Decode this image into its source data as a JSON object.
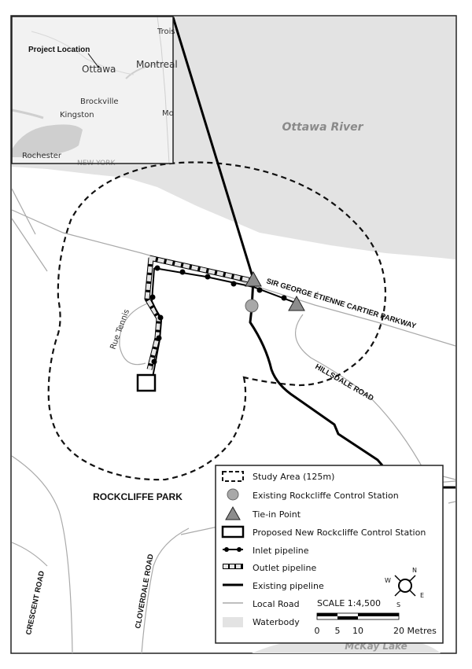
{
  "inset": {
    "project_location": "Project Location",
    "cities": [
      "Ottawa",
      "Montreal",
      "Brockville",
      "Kingston",
      "Rochester",
      "Trois",
      "Mo"
    ],
    "state_label": "NEW YORK"
  },
  "labels": {
    "river": "Ottawa River",
    "parkway": "SIR GEORGE ÉTIENNE CARTIER PARKWAY",
    "hillsdale": "HILLSDALE ROAD",
    "rue_tennis": "Rue Tennis",
    "rockcliffe_park": "ROCKCLIFFE PARK",
    "crescent": "CRESCENT ROAD",
    "cloverdale": "CLOVERDALE ROAD",
    "mckay": "McKay Lake"
  },
  "legend": {
    "items": [
      {
        "key": "study-area",
        "label": "Study Area (125m)"
      },
      {
        "key": "control-station",
        "label": "Existing Rockcliffe Control Station"
      },
      {
        "key": "tie-in",
        "label": "Tie-in Point"
      },
      {
        "key": "proposed-station",
        "label": "Proposed New Rockcliffe Control Station"
      },
      {
        "key": "inlet",
        "label": "Inlet pipeline"
      },
      {
        "key": "outlet",
        "label": "Outlet pipeline"
      },
      {
        "key": "existing",
        "label": "Existing pipeline"
      },
      {
        "key": "local-road",
        "label": "Local Road"
      },
      {
        "key": "waterbody",
        "label": "Waterbody"
      }
    ],
    "scale_text": "SCALE 1:4,500",
    "scale_ticks": [
      "0",
      "5",
      "10",
      "20 Metres"
    ],
    "compass": {
      "n": "N",
      "e": "E",
      "s": "S",
      "w": "W"
    }
  },
  "colors": {
    "water": "#e3e3e3",
    "road": "#aaaaaa",
    "station_fill": "#a8a8a8",
    "triangle_fill": "#8c8c8c",
    "pipe": "#000000"
  }
}
